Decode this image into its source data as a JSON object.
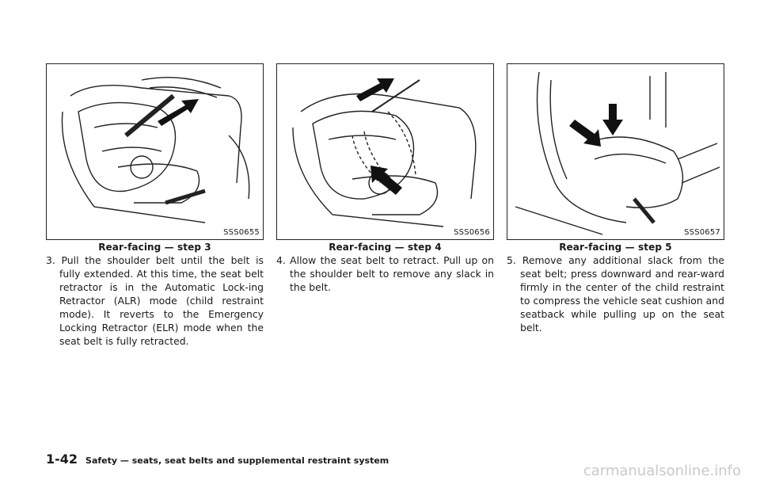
{
  "figures": [
    {
      "code": "SSS0655",
      "caption": "Rear-facing — step 3",
      "text": "3. Pull the shoulder belt until the belt is fully extended. At this time, the seat belt retractor is in the Automatic Lock-ing Retractor (ALR) mode (child restraint mode). It reverts to the Emergency Locking Retractor (ELR) mode when the seat belt is fully retracted."
    },
    {
      "code": "SSS0656",
      "caption": "Rear-facing — step 4",
      "text": "4. Allow the seat belt to retract. Pull up on the shoulder belt to remove any slack in the belt."
    },
    {
      "code": "SSS0657",
      "caption": "Rear-facing — step 5",
      "text": "5. Remove any additional slack from the seat belt; press downward and rear-ward firmly in the center of the child restraint to compress the vehicle seat cushion and seatback while pulling up on the seat belt."
    }
  ],
  "footer": {
    "page_number": "1-42",
    "title": "Safety — seats, seat belts and supplemental restraint system"
  },
  "watermark": "carmanualsonline.info"
}
